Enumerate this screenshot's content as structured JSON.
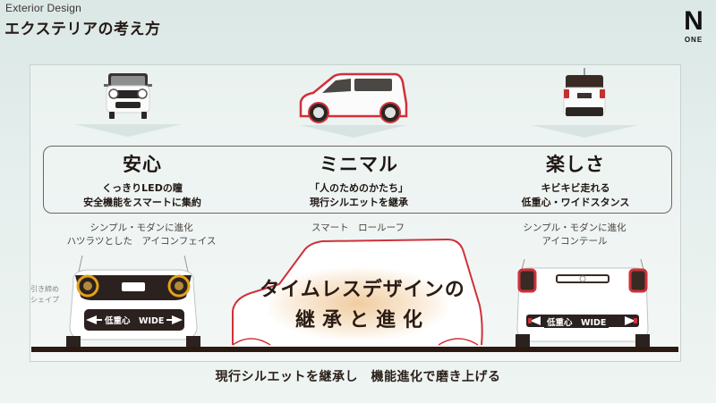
{
  "header": {
    "subtitle_en": "Exterior Design",
    "title": "エクステリアの考え方"
  },
  "logo": {
    "mark": "N",
    "name": "ONE"
  },
  "pillars": [
    {
      "title": "安心",
      "desc_line1": "くっきりLEDの瞳",
      "desc_line2": "安全機能をスマートに集約",
      "note_line1": "シンプル・モダンに進化",
      "note_line2": "ハツラツとした　アイコンフェイス",
      "thumb": "front-view-car"
    },
    {
      "title": "ミニマル",
      "desc_line1": "「人のためのかたち」",
      "desc_line2": "現行シルエットを継承",
      "note_line1": "スマート　ロールーフ",
      "note_line2": "",
      "thumb": "side-view-car"
    },
    {
      "title": "楽しさ",
      "desc_line1": "キビキビ走れる",
      "desc_line2": "低重心・ワイドスタンス",
      "note_line1": "シンプル・モダンに進化",
      "note_line2": "アイコンテール",
      "thumb": "rear-view-car"
    }
  ],
  "illustrations": {
    "front_side_note_line1": "引き締め",
    "front_side_note_line2": "シェイプ",
    "front_wide_label": "低重心　WIDE",
    "rear_wide_label": "低重心　WIDE",
    "center_title_line1": "タイムレスデザインの",
    "center_title_line2": "継承と進化"
  },
  "tagline": "現行シルエットを継承し　機能進化で磨き上げる",
  "colors": {
    "background": "#e2ecea",
    "text_dark": "#241a15",
    "accent_red": "#d0313a",
    "led_amber": "#e3a21a",
    "glow_orange": "#e8b26e",
    "ground": "#2a1a12"
  }
}
